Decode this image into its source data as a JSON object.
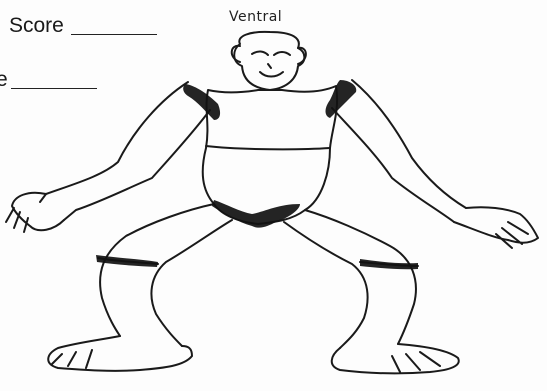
{
  "header": {
    "score_label": "Score",
    "second_label_fragment": "e",
    "view_title": "Ventral"
  },
  "diagram": {
    "subject": "monkey-body-outline",
    "line_color": "#1a1a1a",
    "shading_color": "#111111"
  }
}
